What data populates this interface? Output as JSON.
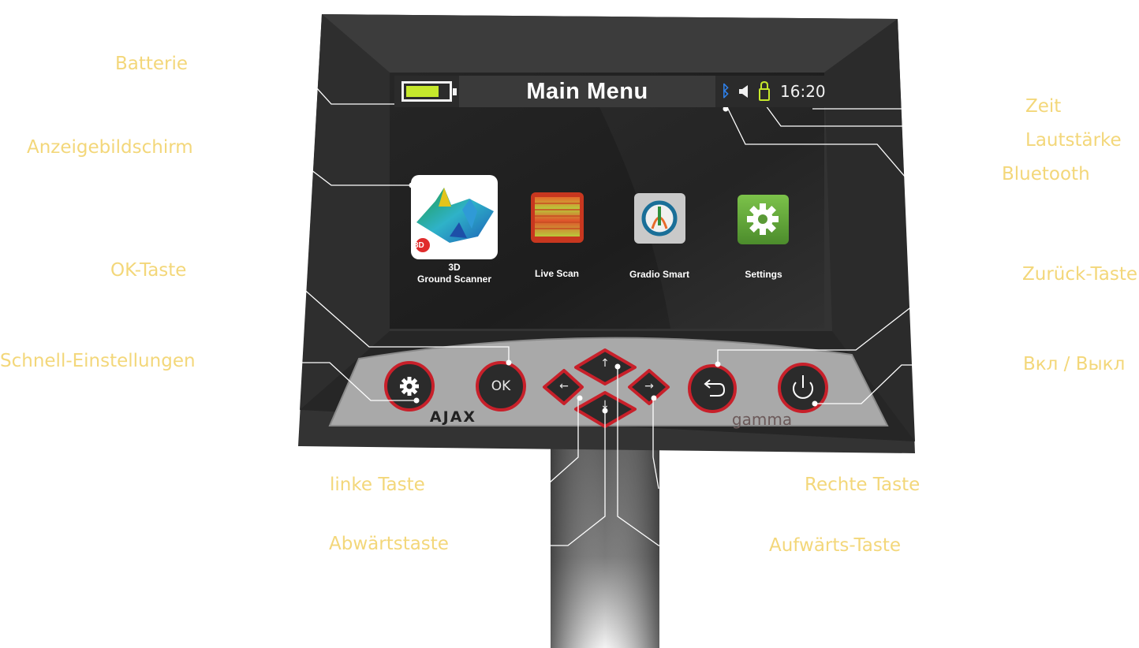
{
  "screen": {
    "title": "Main Menu",
    "time": "16:20",
    "battery_level": 0.78,
    "colors": {
      "battery": "#c6e82c",
      "bluetooth": "#2f7fe6",
      "callout_text": "#f3d77a",
      "button_ring": "#c8202a"
    },
    "icons": [
      "battery-icon",
      "bluetooth-icon",
      "volume-icon",
      "lock-icon"
    ],
    "apps": [
      {
        "label": "3D\nGround Scanner",
        "icon": "3d-terrain-icon",
        "badge": "3D",
        "selected": true
      },
      {
        "label": "Live Scan",
        "icon": "live-scan-icon"
      },
      {
        "label": "Gradio Smart",
        "icon": "gradio-smart-icon"
      },
      {
        "label": "Settings",
        "icon": "gear-icon"
      }
    ]
  },
  "keypad": {
    "ok_label": "OK",
    "up_label": "↑",
    "down_label": "↓",
    "left_label": "←",
    "right_label": "→",
    "brand_left": "AJAX",
    "brand_right": "gamma"
  },
  "callouts": {
    "battery": "Batterie",
    "display": "Anzeigebildschirm",
    "ok_key": "OK-Taste",
    "quick_settings": "Schnell-Einstellungen",
    "left_key": "linke Taste",
    "down_key": "Abwärtstaste",
    "time": "Zeit",
    "volume": "Lautstärke",
    "bluetooth": "Bluetooth",
    "back_key": "Zurück-Taste",
    "power": "Вкл / Выкл",
    "right_key": "Rechte Taste",
    "up_key": "Aufwärts-Taste"
  }
}
